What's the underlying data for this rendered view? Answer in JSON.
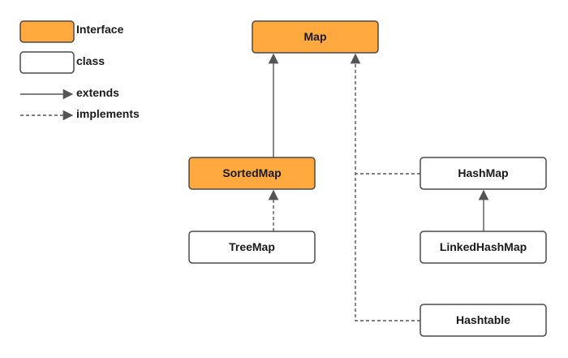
{
  "colors": {
    "interface_fill": "#FFA93F",
    "class_fill": "#FFFFFF",
    "stroke": "#4a4a4a",
    "arrow": "#555555"
  },
  "legend": {
    "interface_label": "Interface",
    "class_label": "class",
    "extends_label": "extends",
    "implements_label": "implements"
  },
  "nodes": {
    "map": {
      "label": "Map",
      "kind": "interface"
    },
    "sorted_map": {
      "label": "SortedMap",
      "kind": "interface"
    },
    "tree_map": {
      "label": "TreeMap",
      "kind": "class"
    },
    "hash_map": {
      "label": "HashMap",
      "kind": "class"
    },
    "linked_hash_map": {
      "label": "LinkedHashMap",
      "kind": "class"
    },
    "hashtable": {
      "label": "Hashtable",
      "kind": "class"
    }
  },
  "edges": [
    {
      "from": "sorted_map",
      "to": "map",
      "type": "extends"
    },
    {
      "from": "tree_map",
      "to": "sorted_map",
      "type": "implements"
    },
    {
      "from": "hash_map",
      "to": "map",
      "type": "implements"
    },
    {
      "from": "hashtable",
      "to": "map",
      "type": "implements"
    },
    {
      "from": "linked_hash_map",
      "to": "hash_map",
      "type": "extends"
    }
  ]
}
